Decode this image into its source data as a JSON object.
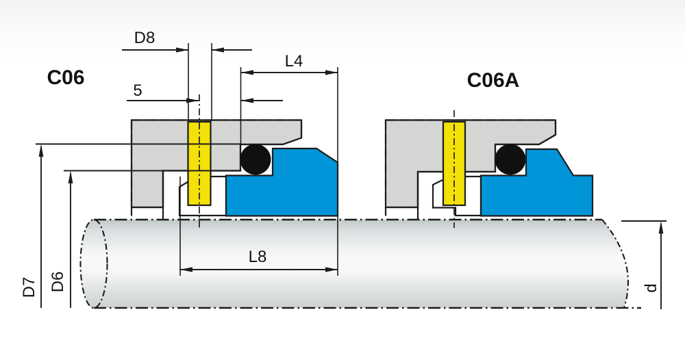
{
  "figure": {
    "type": "mechanical-seal-installation-drawing",
    "variants": [
      {
        "label": "C06"
      },
      {
        "label": "C06A"
      }
    ],
    "dimension_labels": {
      "seal_width": "D8",
      "clearance": "5",
      "seat_length": "L4",
      "working_length": "L8",
      "bore_outer": "D7",
      "bore_inner": "D6",
      "shaft_diameter": "d"
    },
    "colors": {
      "housing_gray": "#d5d6d3",
      "sleeve_yellow": "#f3e107",
      "seat_blue": "#0095d9",
      "oring_black": "#101010",
      "line_black": "#1c1c1c",
      "shaft_edge_top": "#c2c7c9",
      "shaft_mid": "#f8f9fa",
      "shaft_edge_bottom": "#cdd1d0"
    }
  }
}
